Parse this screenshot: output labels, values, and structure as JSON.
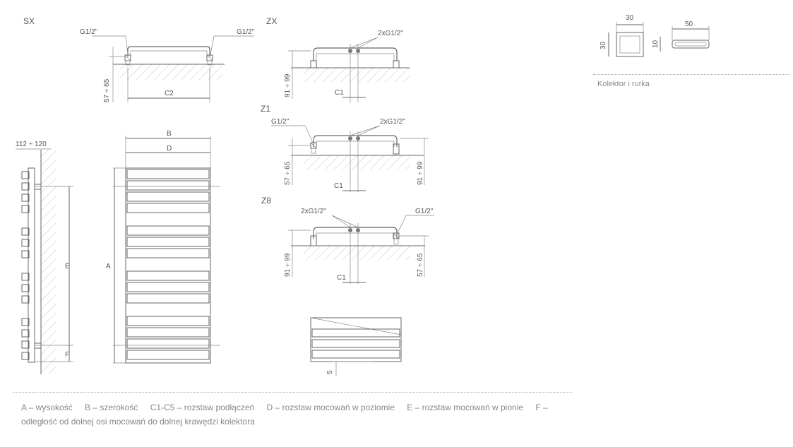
{
  "views": {
    "sx": {
      "title": "SX",
      "left_conn": "G1/2\"",
      "right_conn": "G1/2\"",
      "height_dim": "57 ÷ 65",
      "spacing": "C2"
    },
    "zx": {
      "title": "ZX",
      "conn": "2xG1/2\"",
      "height_dim": "91 ÷ 99",
      "spacing": "C1"
    },
    "z1": {
      "title": "Z1",
      "left_conn": "G1/2\"",
      "conn": "2xG1/2\"",
      "left_dim": "57 ÷ 65",
      "right_dim": "91 ÷ 99",
      "spacing": "C1"
    },
    "z8": {
      "title": "Z8",
      "conn": "2xG1/2\"",
      "right_conn": "G1/2\"",
      "left_dim": "91 ÷ 99",
      "right_dim": "57 ÷ 65",
      "spacing": "C1"
    },
    "side": {
      "depth": "112 ÷ 120",
      "e": "E",
      "f": "F"
    },
    "front": {
      "a": "A",
      "b": "B",
      "d": "D"
    },
    "bottom": {
      "gap": "5"
    },
    "profile": {
      "collector_w": "30",
      "collector_h": "30",
      "tube_w": "50",
      "tube_h": "10",
      "caption": "Kolektor i rurka"
    }
  },
  "legend": {
    "a": "A – wysokość",
    "b": "B – szerokość",
    "c": "C1-C5 – rozstaw podłączeń",
    "d": "D – rozstaw mocowań w poziomie",
    "e": "E – rozstaw mocowań w pionie",
    "f": "F  –  odległość od dolnej osi mocowań do dolnej krawędzi kolektora"
  }
}
